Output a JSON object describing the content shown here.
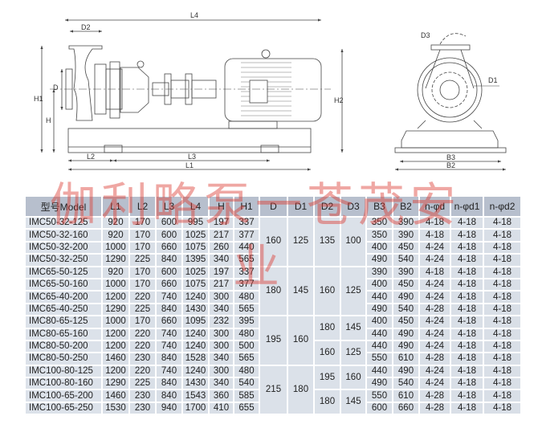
{
  "drawing": {
    "side_labels": {
      "L4": "L4",
      "D2": "D2",
      "D": "D",
      "H1": "H1",
      "H": "H",
      "H2": "H2",
      "L2": "L2",
      "L3": "L3",
      "L1": "L1"
    },
    "front_labels": {
      "D3": "D3",
      "D1": "D1",
      "B3": "B3",
      "B2": "B2"
    }
  },
  "watermark": {
    "line1": "伽利略泵一苍茂安",
    "line2": "业"
  },
  "table": {
    "headers": [
      "型号Model",
      "L1",
      "L2",
      "L3",
      "L4",
      "H",
      "H1",
      "D",
      "D1",
      "D2",
      "D3",
      "B3",
      "B2",
      "n-φd",
      "n-φd1",
      "n-φd2"
    ],
    "rows": [
      [
        "IMC50-32-125",
        "920",
        "170",
        "600",
        "995",
        "197",
        "337",
        "350",
        "390",
        "4-18",
        "4-18",
        "4-18"
      ],
      [
        "IMC50-32-160",
        "920",
        "170",
        "600",
        "1025",
        "217",
        "377",
        "350",
        "390",
        "4-18",
        "4-18",
        "4-18"
      ],
      [
        "IMC50-32-200",
        "1000",
        "170",
        "660",
        "1075",
        "260",
        "440",
        "400",
        "450",
        "4-24",
        "4-18",
        "4-18"
      ],
      [
        "IMC50-32-250",
        "1290",
        "225",
        "840",
        "1395",
        "340",
        "565",
        "490",
        "540",
        "4-24",
        "4-18",
        "4-18"
      ],
      [
        "IMC65-50-125",
        "920",
        "170",
        "600",
        "1025",
        "197",
        "337",
        "390",
        "390",
        "4-18",
        "4-18",
        "4-18"
      ],
      [
        "IMC65-50-160",
        "1000",
        "170",
        "660",
        "1075",
        "217",
        "377",
        "400",
        "450",
        "4-24",
        "4-18",
        "4-18"
      ],
      [
        "IMC65-40-200",
        "1200",
        "220",
        "740",
        "1240",
        "300",
        "480",
        "440",
        "490",
        "4-24",
        "4-18",
        "4-18"
      ],
      [
        "IMC65-40-250",
        "1290",
        "225",
        "840",
        "1430",
        "340",
        "565",
        "490",
        "540",
        "4-28",
        "4-18",
        "4-18"
      ],
      [
        "IMC80-65-125",
        "1000",
        "170",
        "660",
        "1095",
        "232",
        "395",
        "400",
        "450",
        "4-24",
        "4-18",
        "4-18"
      ],
      [
        "IMC80-65-160",
        "1200",
        "220",
        "740",
        "1240",
        "300",
        "480",
        "440",
        "490",
        "4-24",
        "4-18",
        "4-18"
      ],
      [
        "IMC80-50-200",
        "1200",
        "220",
        "740",
        "1240",
        "300",
        "500",
        "440",
        "490",
        "4-24",
        "4-18",
        "4-18"
      ],
      [
        "IMC80-50-250",
        "1460",
        "230",
        "840",
        "1528",
        "340",
        "565",
        "550",
        "610",
        "4-28",
        "4-18",
        "4-18"
      ],
      [
        "IMC100-80-125",
        "1200",
        "220",
        "740",
        "1240",
        "300",
        "480",
        "440",
        "490",
        "4-24",
        "4-18",
        "4-18"
      ],
      [
        "IMC100-80-160",
        "1290",
        "225",
        "840",
        "1430",
        "340",
        "540",
        "490",
        "540",
        "4-24",
        "4-18",
        "4-18"
      ],
      [
        "IMC100-65-200",
        "1460",
        "230",
        "840",
        "1543",
        "360",
        "585",
        "550",
        "610",
        "4-28",
        "4-18",
        "4-18"
      ],
      [
        "IMC100-65-250",
        "1530",
        "230",
        "940",
        "1700",
        "410",
        "655",
        "600",
        "660",
        "4-28",
        "4-18",
        "4-18"
      ]
    ],
    "d_groups": [
      {
        "rows": 4,
        "D": "160",
        "D1": "125"
      },
      {
        "rows": 4,
        "D": "180",
        "D1": "145"
      },
      {
        "rows": 4,
        "D": "195",
        "D1": "160"
      },
      {
        "rows": 4,
        "D": "215",
        "D1": "180"
      }
    ],
    "d2_groups": [
      {
        "rows": 4,
        "D2": "135",
        "D3": "100"
      },
      {
        "rows": 4,
        "D2": "160",
        "D3": "125"
      },
      {
        "rows": 2,
        "D2": "180",
        "D3": "145"
      },
      {
        "rows": 2,
        "D2": "160",
        "D3": "125"
      },
      {
        "rows": 2,
        "D2": "195",
        "D3": "160"
      },
      {
        "rows": 2,
        "D2": "180",
        "D3": "145"
      }
    ]
  }
}
